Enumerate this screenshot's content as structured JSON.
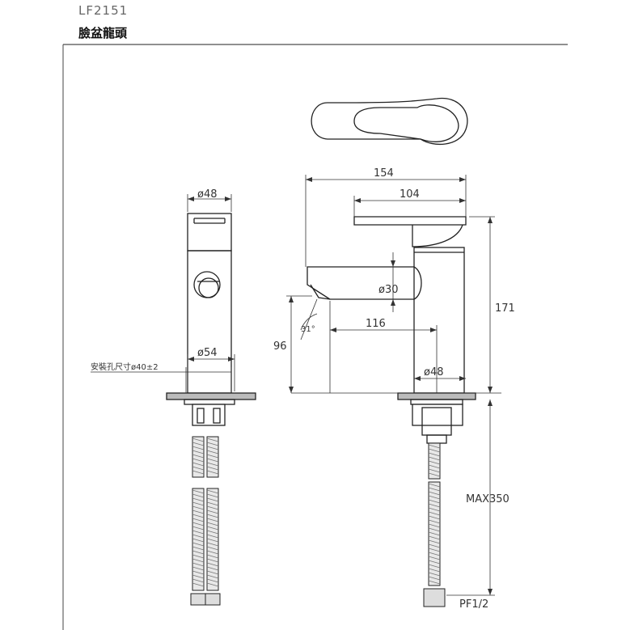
{
  "header": {
    "model_code": "LF2151",
    "product_name": "臉盆龍頭"
  },
  "dimensions": {
    "top_width_front": "ø48",
    "base_width_front": "ø54",
    "install_hole": "安裝孔尺寸ø40±2",
    "overall_length": "154",
    "handle_length": "104",
    "spout_diameter": "ø30",
    "spout_reach": "116",
    "spout_angle": "31°",
    "spout_height": "96",
    "body_diameter": "ø48",
    "overall_height": "171",
    "hose_length": "MAX350",
    "connection_thread": "PF1/2"
  }
}
